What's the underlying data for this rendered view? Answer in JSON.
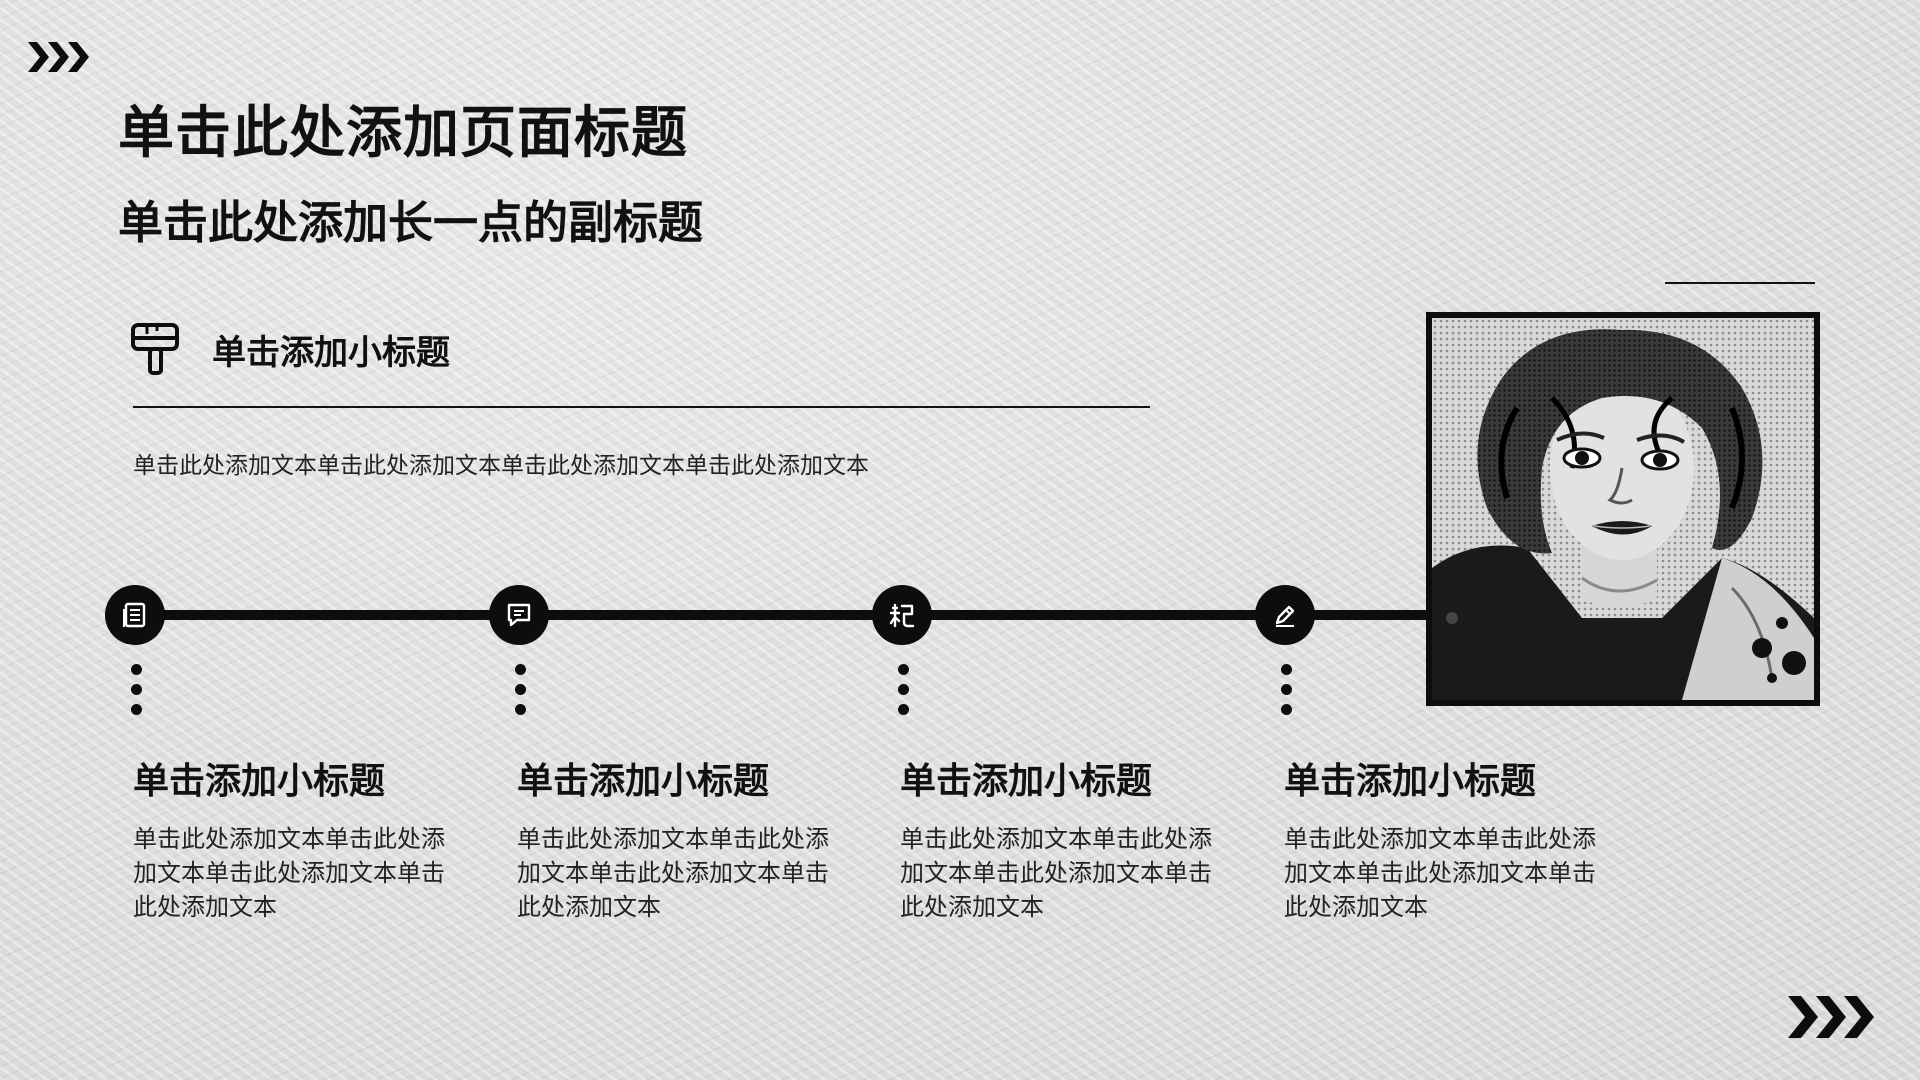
{
  "header": {
    "title": "单击此处添加页面标题",
    "subtitle": "单击此处添加长一点的副标题"
  },
  "feature": {
    "icon": "paint-roller-icon",
    "heading": "单击添加小标题",
    "text": "单击此处添加文本单击此处添加文本单击此处添加文本单击此处添加文本"
  },
  "timeline": {
    "steps": [
      {
        "icon": "document-list-icon",
        "title": "单击添加小标题",
        "lines": [
          "单击此处添加文本单击此处添",
          "加文本单击此处添加文本单击",
          "此处添加文本"
        ]
      },
      {
        "icon": "chat-bubble-icon",
        "title": "单击添加小标题",
        "lines": [
          "单击此处添加文本单击此处添",
          "加文本单击此处添加文本单击",
          "此处添加文本"
        ]
      },
      {
        "icon": "record-glyph-icon",
        "title": "单击添加小标题",
        "lines": [
          "单击此处添加文本单击此处添",
          "加文本单击此处添加文本单击",
          "此处添加文本"
        ]
      },
      {
        "icon": "pencil-edit-icon",
        "title": "单击添加小标题",
        "lines": [
          "单击此处添加文本单击此处添",
          "加文本单击此处添加文本单击",
          "此处添加文本"
        ]
      }
    ]
  },
  "photo": {
    "icon": "portrait-illustration"
  },
  "colors": {
    "ink": "#0d0d0d",
    "background": "#e4e4e4",
    "body_text": "#222222"
  }
}
